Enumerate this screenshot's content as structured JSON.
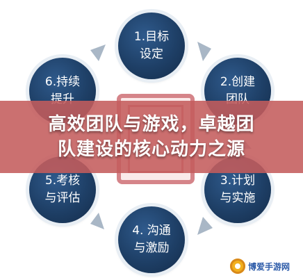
{
  "banner": {
    "line1": "高效团队与游戏，卓越团",
    "line2": "队建设的核心动力之源"
  },
  "nodes": [
    {
      "line1": "1.目标",
      "line2": "设定"
    },
    {
      "line1": "2.创建",
      "line2": "团队"
    },
    {
      "line1": "3.计划",
      "line2": "与实施"
    },
    {
      "line1": "4. 沟通",
      "line2": "与激励"
    },
    {
      "line1": "5.考核",
      "line2": "与评估"
    },
    {
      "line1": "6.持续",
      "line2": "提升"
    }
  ],
  "watermark": {
    "text": "博爱手游网"
  },
  "colors": {
    "node": "#1e3f66",
    "arrow": "#a9b7c6",
    "banner": "#c45c5c"
  }
}
